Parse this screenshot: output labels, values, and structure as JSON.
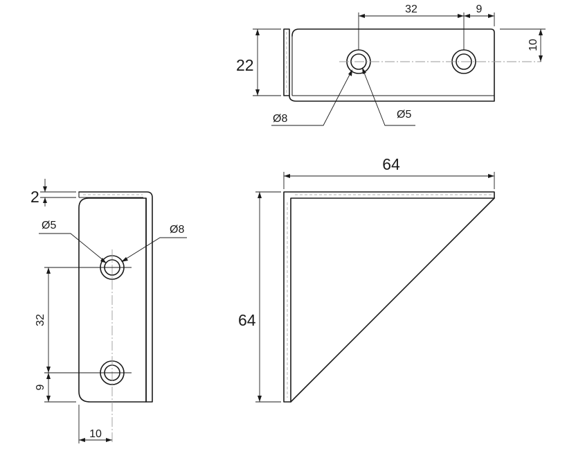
{
  "top_view": {
    "dim_32": "32",
    "dim_9": "9",
    "dim_10": "10",
    "dim_22": "22",
    "dia_8": "Ø8",
    "dia_5": "Ø5"
  },
  "side_view": {
    "dim_2": "2",
    "dia_5": "Ø5",
    "dia_8": "Ø8",
    "dim_32": "32",
    "dim_9": "9",
    "dim_10": "10"
  },
  "front_view": {
    "dim_64_horizontal": "64",
    "dim_64_vertical": "64"
  }
}
